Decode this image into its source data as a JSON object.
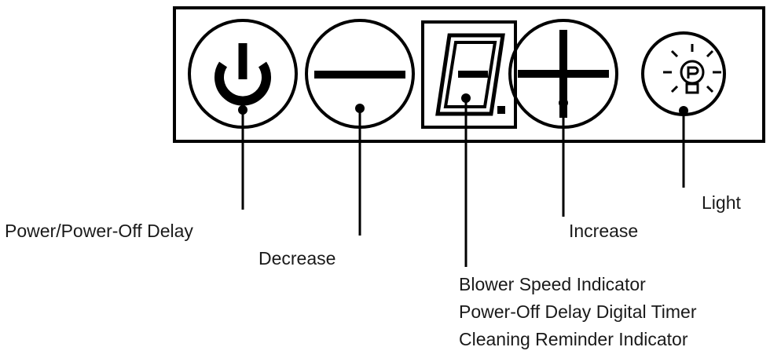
{
  "labels": {
    "power": "Power/Power-Off Delay",
    "decrease": "Decrease",
    "display_lines": [
      "Blower Speed Indicator",
      "Power-Off Delay Digital Timer",
      "Cleaning Reminder Indicator"
    ],
    "increase": "Increase",
    "light": "Light"
  },
  "icons": [
    "power-icon",
    "minus-icon",
    "seven-segment-display",
    "plus-icon",
    "light-bulb-icon"
  ],
  "colors": {
    "ink": "#000000",
    "text": "#1a1a1a",
    "background": "#ffffff"
  }
}
